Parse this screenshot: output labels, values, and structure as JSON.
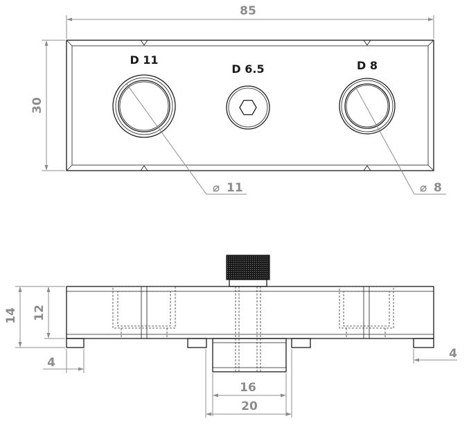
{
  "dimensions": {
    "overall_length": "85",
    "height_top": "30",
    "dia_large": "11",
    "dia_small": "8",
    "height_total": "14",
    "height_body": "12",
    "foot_left": "4",
    "foot_right": "4",
    "inner_width": "16",
    "outer_width": "20"
  },
  "labels": {
    "hole_left": "D 11",
    "hole_center": "D 6.5",
    "hole_right": "D 8"
  },
  "symbols": {
    "diameter": "⌀"
  }
}
